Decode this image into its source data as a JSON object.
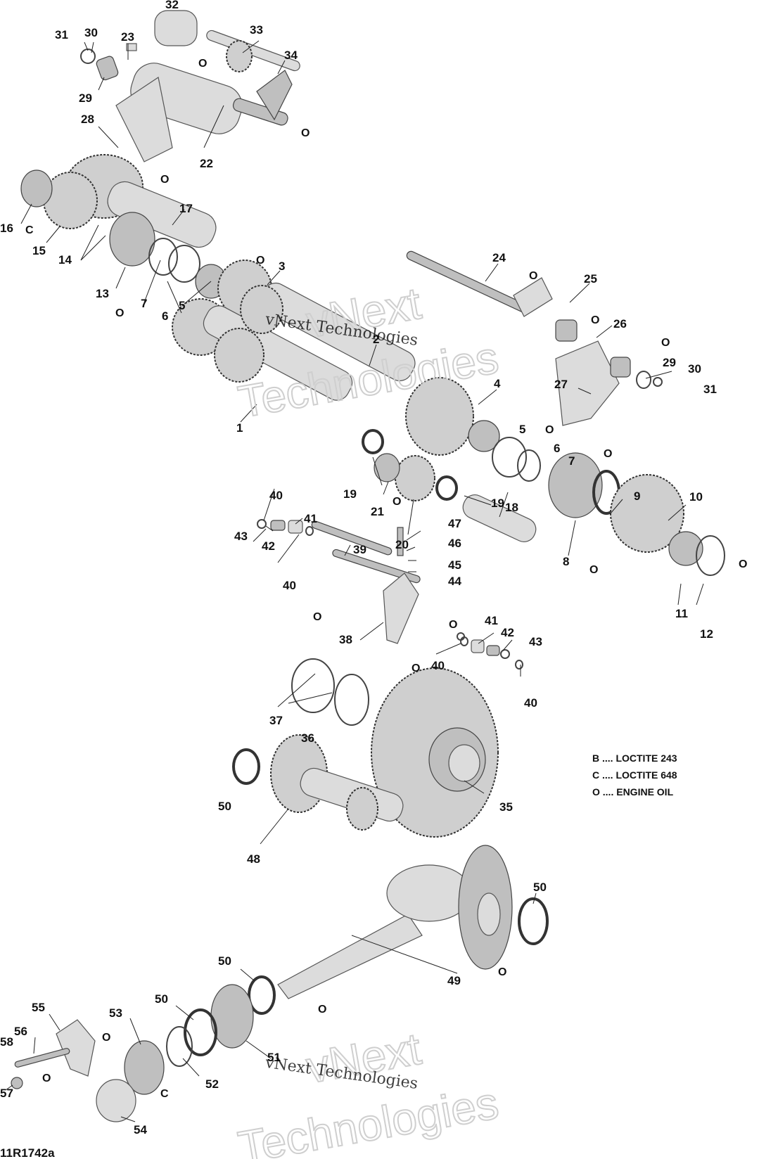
{
  "labels": [
    "1",
    "2",
    "3",
    "4",
    "5",
    "6",
    "7",
    "8",
    "9",
    "10",
    "11",
    "12",
    "13",
    "14",
    "15",
    "16",
    "17",
    "18",
    "19",
    "20",
    "21",
    "22",
    "23",
    "24",
    "25",
    "26",
    "27",
    "28",
    "29",
    "30",
    "31",
    "32",
    "33",
    "34",
    "35",
    "36",
    "37",
    "38",
    "39",
    "40",
    "41",
    "42",
    "43",
    "44",
    "45",
    "46",
    "47",
    "48",
    "49",
    "50",
    "51",
    "52",
    "53",
    "54",
    "55",
    "56",
    "57",
    "58"
  ],
  "codes": {
    "oil": "O",
    "loctite648": "C"
  },
  "legend": [
    "B .... LOCTITE 243",
    "C .... LOCTITE 648",
    "O .... ENGINE OIL"
  ],
  "watermark": {
    "line1": "vNext",
    "line2": "Technologies",
    "stamp": "vNext Technologies"
  },
  "figure_code": "11R1742a"
}
